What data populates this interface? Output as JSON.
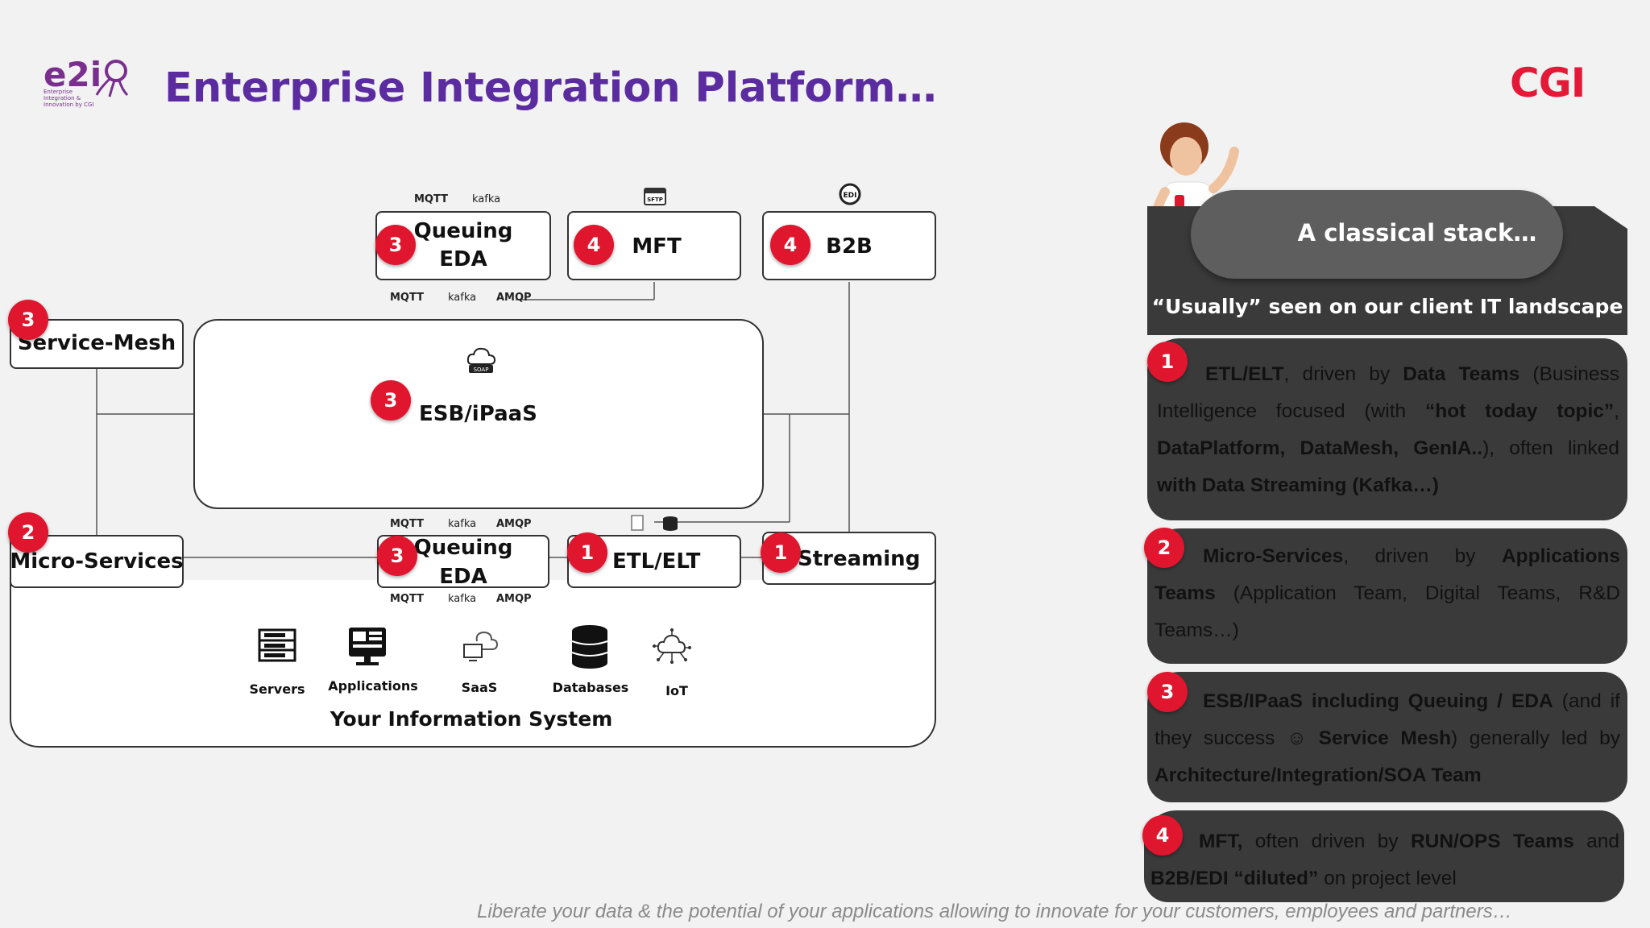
{
  "header": {
    "title": "Enterprise Integration Platform…",
    "brand": "CGI",
    "logo_text": "e2i",
    "logo_subtext": "Enterprise Integration & Innovation by CGI"
  },
  "diagram": {
    "protocols": {
      "mqtt": "MQTT",
      "kafka": "kafka",
      "amqp": "AMQP",
      "sftp": "SFTP",
      "edi": "EDI",
      "soap": "SOAP"
    },
    "nodes": {
      "queuing_top": {
        "line1": "Queuing",
        "line2": "EDA",
        "badge": "3"
      },
      "mft": {
        "label": "MFT",
        "badge": "4"
      },
      "b2b": {
        "label": "B2B",
        "badge": "4"
      },
      "service_mesh": {
        "label": "Service-Mesh",
        "badge": "3"
      },
      "esb": {
        "label": "ESB/iPaaS",
        "badge": "3"
      },
      "micro_services": {
        "label": "Micro-Services",
        "badge": "2"
      },
      "queuing_bottom": {
        "line1": "Queuing",
        "line2": "EDA",
        "badge": "3"
      },
      "etl": {
        "label": "ETL/ELT",
        "badge": "1"
      },
      "streaming": {
        "label": "Streaming",
        "badge": "1"
      }
    },
    "info_system": {
      "title": "Your Information System",
      "items": [
        "Servers",
        "Applications",
        "SaaS",
        "Databases",
        "IoT"
      ]
    }
  },
  "sidebar": {
    "heading": "A classical stack…",
    "subheading": "“Usually” seen on our client IT landscape",
    "cards": [
      {
        "badge": "1"
      },
      {
        "badge": "2"
      },
      {
        "badge": "3"
      },
      {
        "badge": "4"
      }
    ]
  },
  "card1": {
    "t1": "ETL/ELT",
    "t2": ", driven by ",
    "t3": "Data Teams",
    "t4": " (Business Intelligence focused (with ",
    "t5": "“hot today topic”",
    "t6": ", ",
    "t7": "DataPlatform, DataMesh, GenIA..",
    "t8": "), often linked ",
    "t9": "with Data Streaming (Kafka…)"
  },
  "card2": {
    "t1": "Micro-Services",
    "t2": ", driven by ",
    "t3": "Applications Teams",
    "t4": " (Application Team, Digital Teams, R&D Teams…)"
  },
  "card3": {
    "t1": "ESB/IPaaS including Queuing / EDA",
    "t2": " (and if they success ☺ ",
    "t3": "Service Mesh",
    "t4": ") generally led by ",
    "t5": "Architecture/Integration/SOA Team"
  },
  "card4": {
    "t1": "MFT,",
    "t2": " often driven by ",
    "t3": "RUN/OPS Teams",
    "t4": " and ",
    "t5": "B2B/EDI “diluted”",
    "t6": " on project level"
  },
  "footer": "Liberate your data & the potential of your applications allowing to innovate for your customers, employees and partners…",
  "colors": {
    "title": "#5a2ca0",
    "brand": "#e31937",
    "badge": "#e0162e",
    "panel": "#3a3a3a"
  }
}
